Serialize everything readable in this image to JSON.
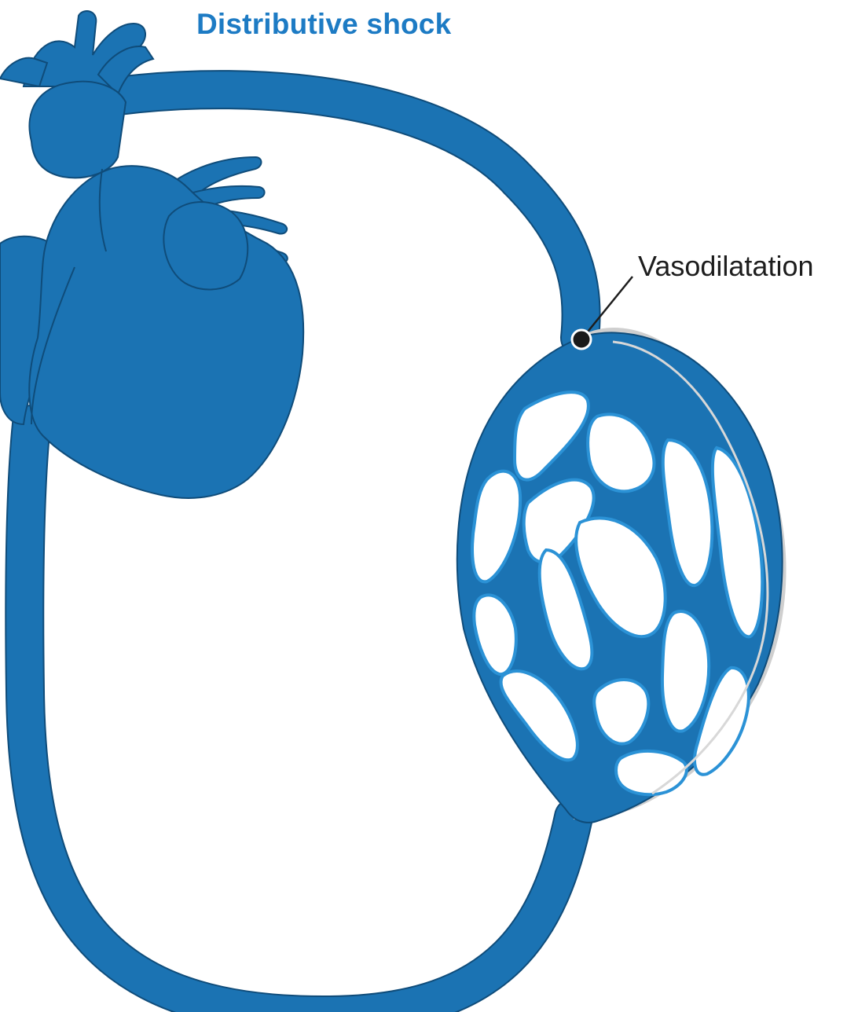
{
  "title": "Distributive shock",
  "annotation": {
    "label": "Vasodilatation"
  },
  "colors": {
    "vessel": "#1b73b3",
    "vessel_outline": "#0f4c7a",
    "highlight": "#2b92d6",
    "title": "#1d7bc4",
    "dilated_edge": "#c8c8c8"
  },
  "icons": [
    "heart-illustration",
    "capillary-bed-illustration"
  ]
}
